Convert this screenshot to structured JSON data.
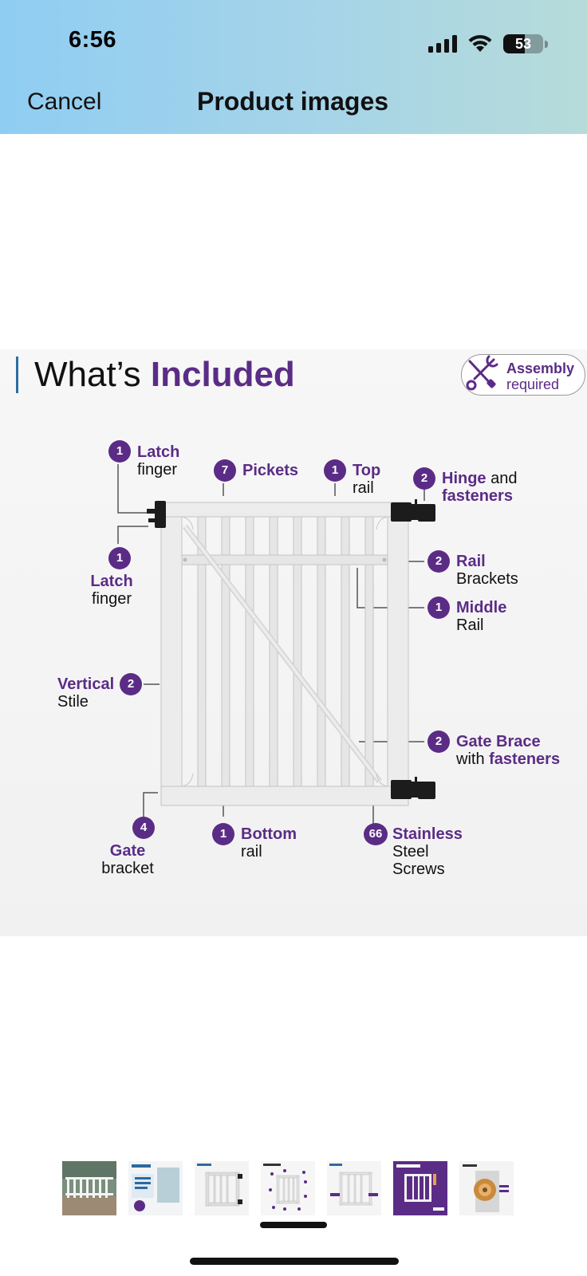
{
  "status_bar": {
    "time": "6:56",
    "battery_level": "53",
    "battery_fraction": 0.53,
    "icons": [
      "cellular-signal-icon",
      "wifi-icon",
      "battery-icon"
    ]
  },
  "header": {
    "cancel_label": "Cancel",
    "title": "Product images",
    "background": [
      "#8fcdf2",
      "#b6dbd9"
    ]
  },
  "infographic": {
    "heading_plain": "What’s ",
    "heading_bold": "Included",
    "assembly_line1": "Assembly",
    "assembly_line2": "required",
    "accent_color": "#5b2c86",
    "parts": [
      {
        "qty": "1",
        "bold": "Latch",
        "rest": "finger"
      },
      {
        "qty": "7",
        "bold": "Pickets",
        "rest": ""
      },
      {
        "qty": "1",
        "bold": "Top",
        "rest": "rail"
      },
      {
        "qty": "2",
        "bold": "Hinge",
        "rest": "and",
        "bold2": "fasteners"
      },
      {
        "qty": "1",
        "bold": "Latch",
        "rest": "finger"
      },
      {
        "qty": "2",
        "bold": "Rail",
        "rest": "Brackets"
      },
      {
        "qty": "1",
        "bold": "Middle",
        "rest": "Rail"
      },
      {
        "qty": "2",
        "bold": "Vertical",
        "rest": "Stile"
      },
      {
        "qty": "2",
        "bold": "Gate Brace",
        "rest": "with",
        "bold2": "fasteners"
      },
      {
        "qty": "4",
        "bold": "Gate",
        "rest": "bracket"
      },
      {
        "qty": "1",
        "bold": "Bottom",
        "rest": "rail"
      },
      {
        "qty": "66",
        "bold": "Stainless",
        "rest": "Steel",
        "rest2": "Screws"
      }
    ]
  },
  "thumbnails": {
    "selected_index": 3,
    "items": [
      {
        "name": "lifestyle-photo"
      },
      {
        "name": "easy-to-install"
      },
      {
        "name": "features"
      },
      {
        "name": "whats-included"
      },
      {
        "name": "care-pad"
      },
      {
        "name": "product-dimensions"
      },
      {
        "name": "patented-part"
      }
    ]
  }
}
